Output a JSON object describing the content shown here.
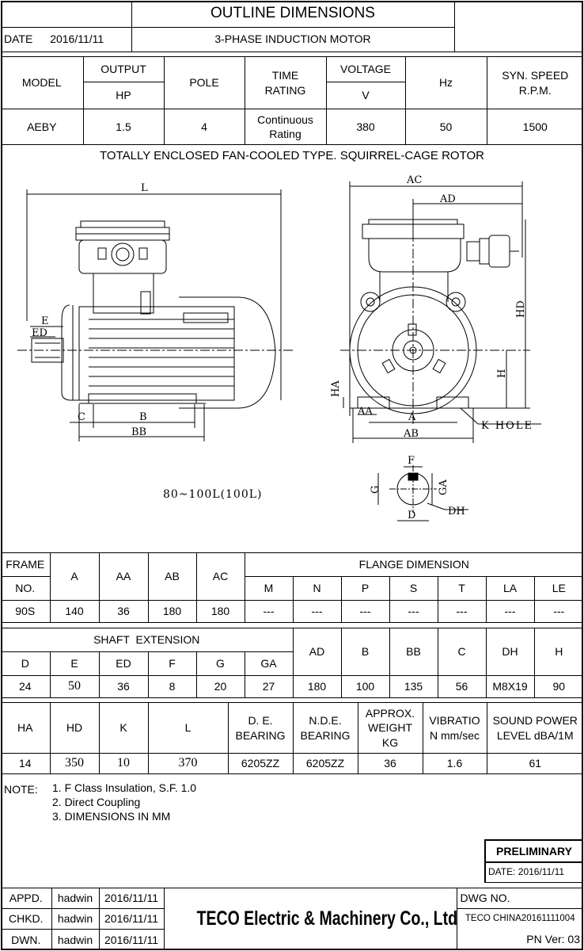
{
  "header": {
    "title": "OUTLINE DIMENSIONS",
    "subtitle": "3-PHASE INDUCTION MOTOR",
    "date_label": "DATE",
    "date_value": "2016/11/11"
  },
  "spec_table": {
    "model_label": "MODEL",
    "output_label": "OUTPUT",
    "output_unit": "HP",
    "pole_label": "POLE",
    "time_rating_label": "TIME RATING",
    "voltage_label": "VOLTAGE",
    "voltage_unit": "V",
    "hz_label": "Hz",
    "syn_speed_label": "SYN. SPEED",
    "syn_speed_unit": "R.P.M.",
    "model": "AEBY",
    "output": "1.5",
    "pole": "4",
    "time_rating": "Continuous Rating",
    "voltage": "380",
    "hz": "50",
    "syn_speed": "1500"
  },
  "drawing": {
    "caption": "TOTALLY ENCLOSED FAN-COOLED TYPE. SQUIRREL-CAGE ROTOR",
    "frame_range": "80~100L(100L)",
    "labels": {
      "L": "L",
      "E": "E",
      "ED": "ED",
      "C": "C",
      "B": "B",
      "BB": "BB",
      "AC": "AC",
      "AD": "AD",
      "HD": "HD",
      "H": "H",
      "HA": "HA",
      "AA": "AA",
      "A": "A",
      "AB": "AB",
      "K_HOLE": "K HOLE",
      "F": "F",
      "G": "G",
      "GA": "GA",
      "D": "D",
      "DH": "DH"
    }
  },
  "frame_table": {
    "frame_label": "FRAME",
    "no_label": "NO.",
    "a_label": "A",
    "aa_label": "AA",
    "ab_label": "AB",
    "ac_label": "AC",
    "flange_label": "FLANGE DIMENSION",
    "flange_cols": [
      "M",
      "N",
      "P",
      "S",
      "T",
      "LA",
      "LE"
    ],
    "frame_no": "90S",
    "a": "140",
    "aa": "36",
    "ab": "180",
    "ac": "180",
    "flange_values": [
      "---",
      "---",
      "---",
      "---",
      "---",
      "---",
      "---"
    ]
  },
  "shaft_table": {
    "shaft_label": "SHAFT  EXTENSION",
    "shaft_cols": [
      "D",
      "E",
      "ED",
      "F",
      "G",
      "GA"
    ],
    "other_cols": [
      "AD",
      "B",
      "BB",
      "C",
      "DH",
      "H"
    ],
    "shaft_values": [
      "24",
      "50",
      "36",
      "8",
      "20",
      "27"
    ],
    "other_values": [
      "180",
      "100",
      "135",
      "56",
      "M8X19",
      "90"
    ]
  },
  "bearing_table": {
    "ha_label": "HA",
    "hd_label": "HD",
    "k_label": "K",
    "l_label": "L",
    "de_label": "D. E. BEARING",
    "nde_label": "N.D.E. BEARING",
    "weight_label": "APPROX. WEIGHT KG",
    "vibration_label": "VIBRATIO N mm/sec",
    "sound_label": "SOUND POWER LEVEL dBA/1M",
    "ha": "14",
    "hd": "350",
    "k": "10",
    "l": "370",
    "de": "6205ZZ",
    "nde": "6205ZZ",
    "weight": "36",
    "vibration": "1.6",
    "sound": "61"
  },
  "notes": {
    "label": "NOTE:",
    "items": [
      "1. F Class Insulation, S.F. 1.0",
      "2. Direct Coupling",
      "3. DIMENSIONS IN MM"
    ]
  },
  "preliminary": {
    "label": "PRELIMINARY",
    "date": "DATE: 2016/11/11"
  },
  "title_block": {
    "rows": [
      {
        "role": "APPD.",
        "name": "hadwin",
        "date": "2016/11/11"
      },
      {
        "role": "CHKD.",
        "name": "hadwin",
        "date": "2016/11/11"
      },
      {
        "role": "DWN.",
        "name": "hadwin",
        "date": "2016/11/11"
      }
    ],
    "company": "TECO Electric & Machinery Co., Ltd.",
    "dwg_no_label": "DWG NO.",
    "dwg_no": "TECO CHINA20161111004",
    "pn_ver": "PN Ver: 03"
  }
}
